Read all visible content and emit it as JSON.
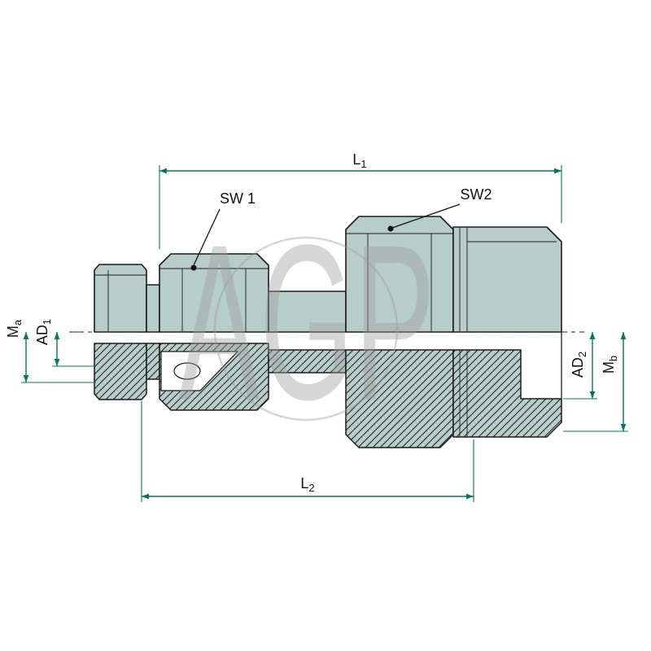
{
  "watermark": {
    "text": "AGP"
  },
  "colors": {
    "body_fill": "#b7cdc9",
    "outline": "#1c1c1c",
    "dimension": "#00795f",
    "watermark": "#9e9e9e"
  },
  "labels": {
    "l1": {
      "main": "L",
      "sub": "1"
    },
    "l2": {
      "main": "L",
      "sub": "2"
    },
    "sw1": "SW 1",
    "sw2": "SW2",
    "ma": {
      "main": "M",
      "sub": "a"
    },
    "ad1": {
      "main": "AD",
      "sub": "1"
    },
    "ad2": {
      "main": "AD",
      "sub": "2"
    },
    "mb": {
      "main": "M",
      "sub": "b"
    }
  }
}
